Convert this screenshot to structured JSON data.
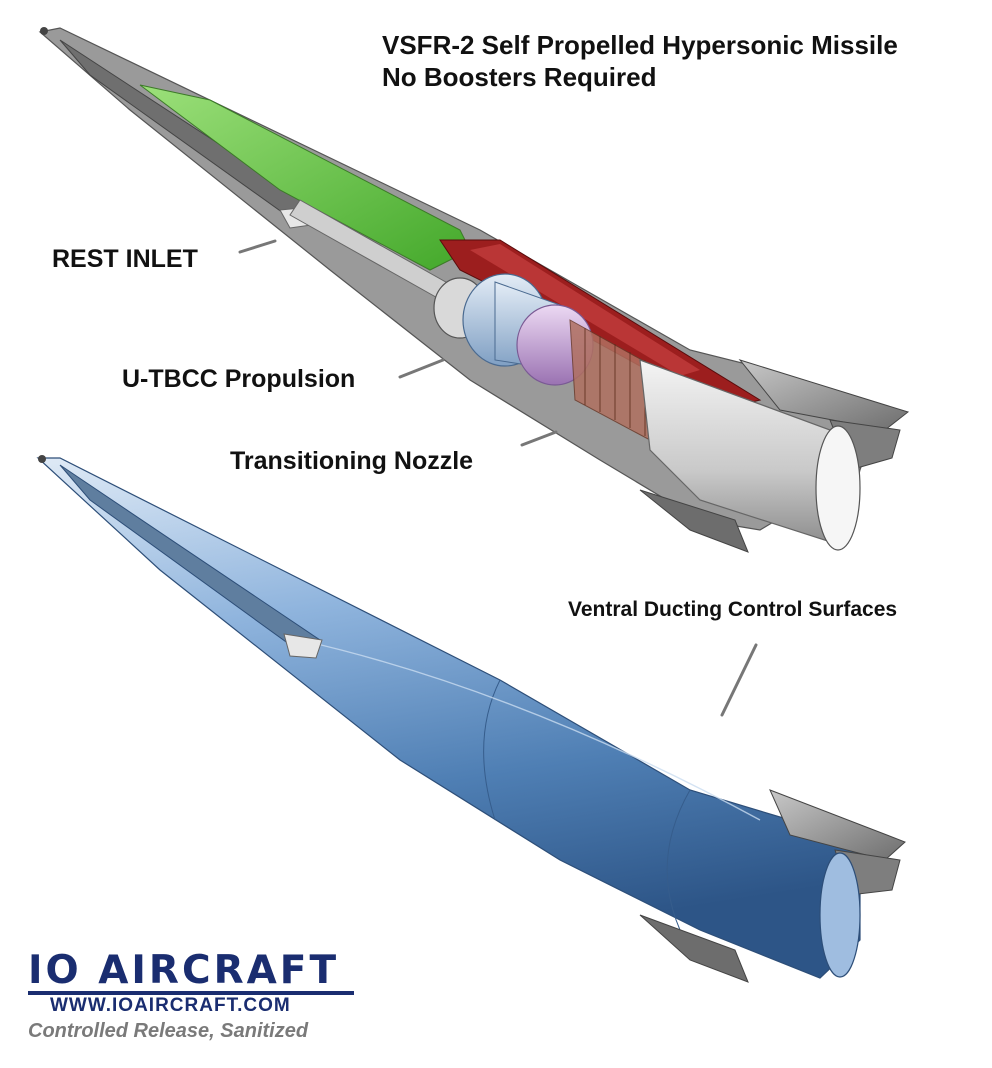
{
  "title": {
    "line1": "VSFR-2 Self Propelled Hypersonic Missile",
    "line2": "No Boosters Required"
  },
  "callouts": {
    "rest_inlet": "REST INLET",
    "propulsion": "U-TBCC Propulsion",
    "nozzle": "Transitioning Nozzle",
    "ventral": "Ventral Ducting Control Surfaces"
  },
  "logo": {
    "name": "IO AIRCRAFT",
    "url": "WWW.IOAIRCRAFT.COM"
  },
  "release_note": "Controlled Release, Sanitized",
  "colors": {
    "body_blue": "#6f9cc9",
    "cutaway_green": "#5cc83a",
    "cutaway_red": "#9c1e1e",
    "engine_purple": "#b58fc7",
    "airframe_gray": "#8a8a8a",
    "logo_navy": "#1a2d70"
  }
}
